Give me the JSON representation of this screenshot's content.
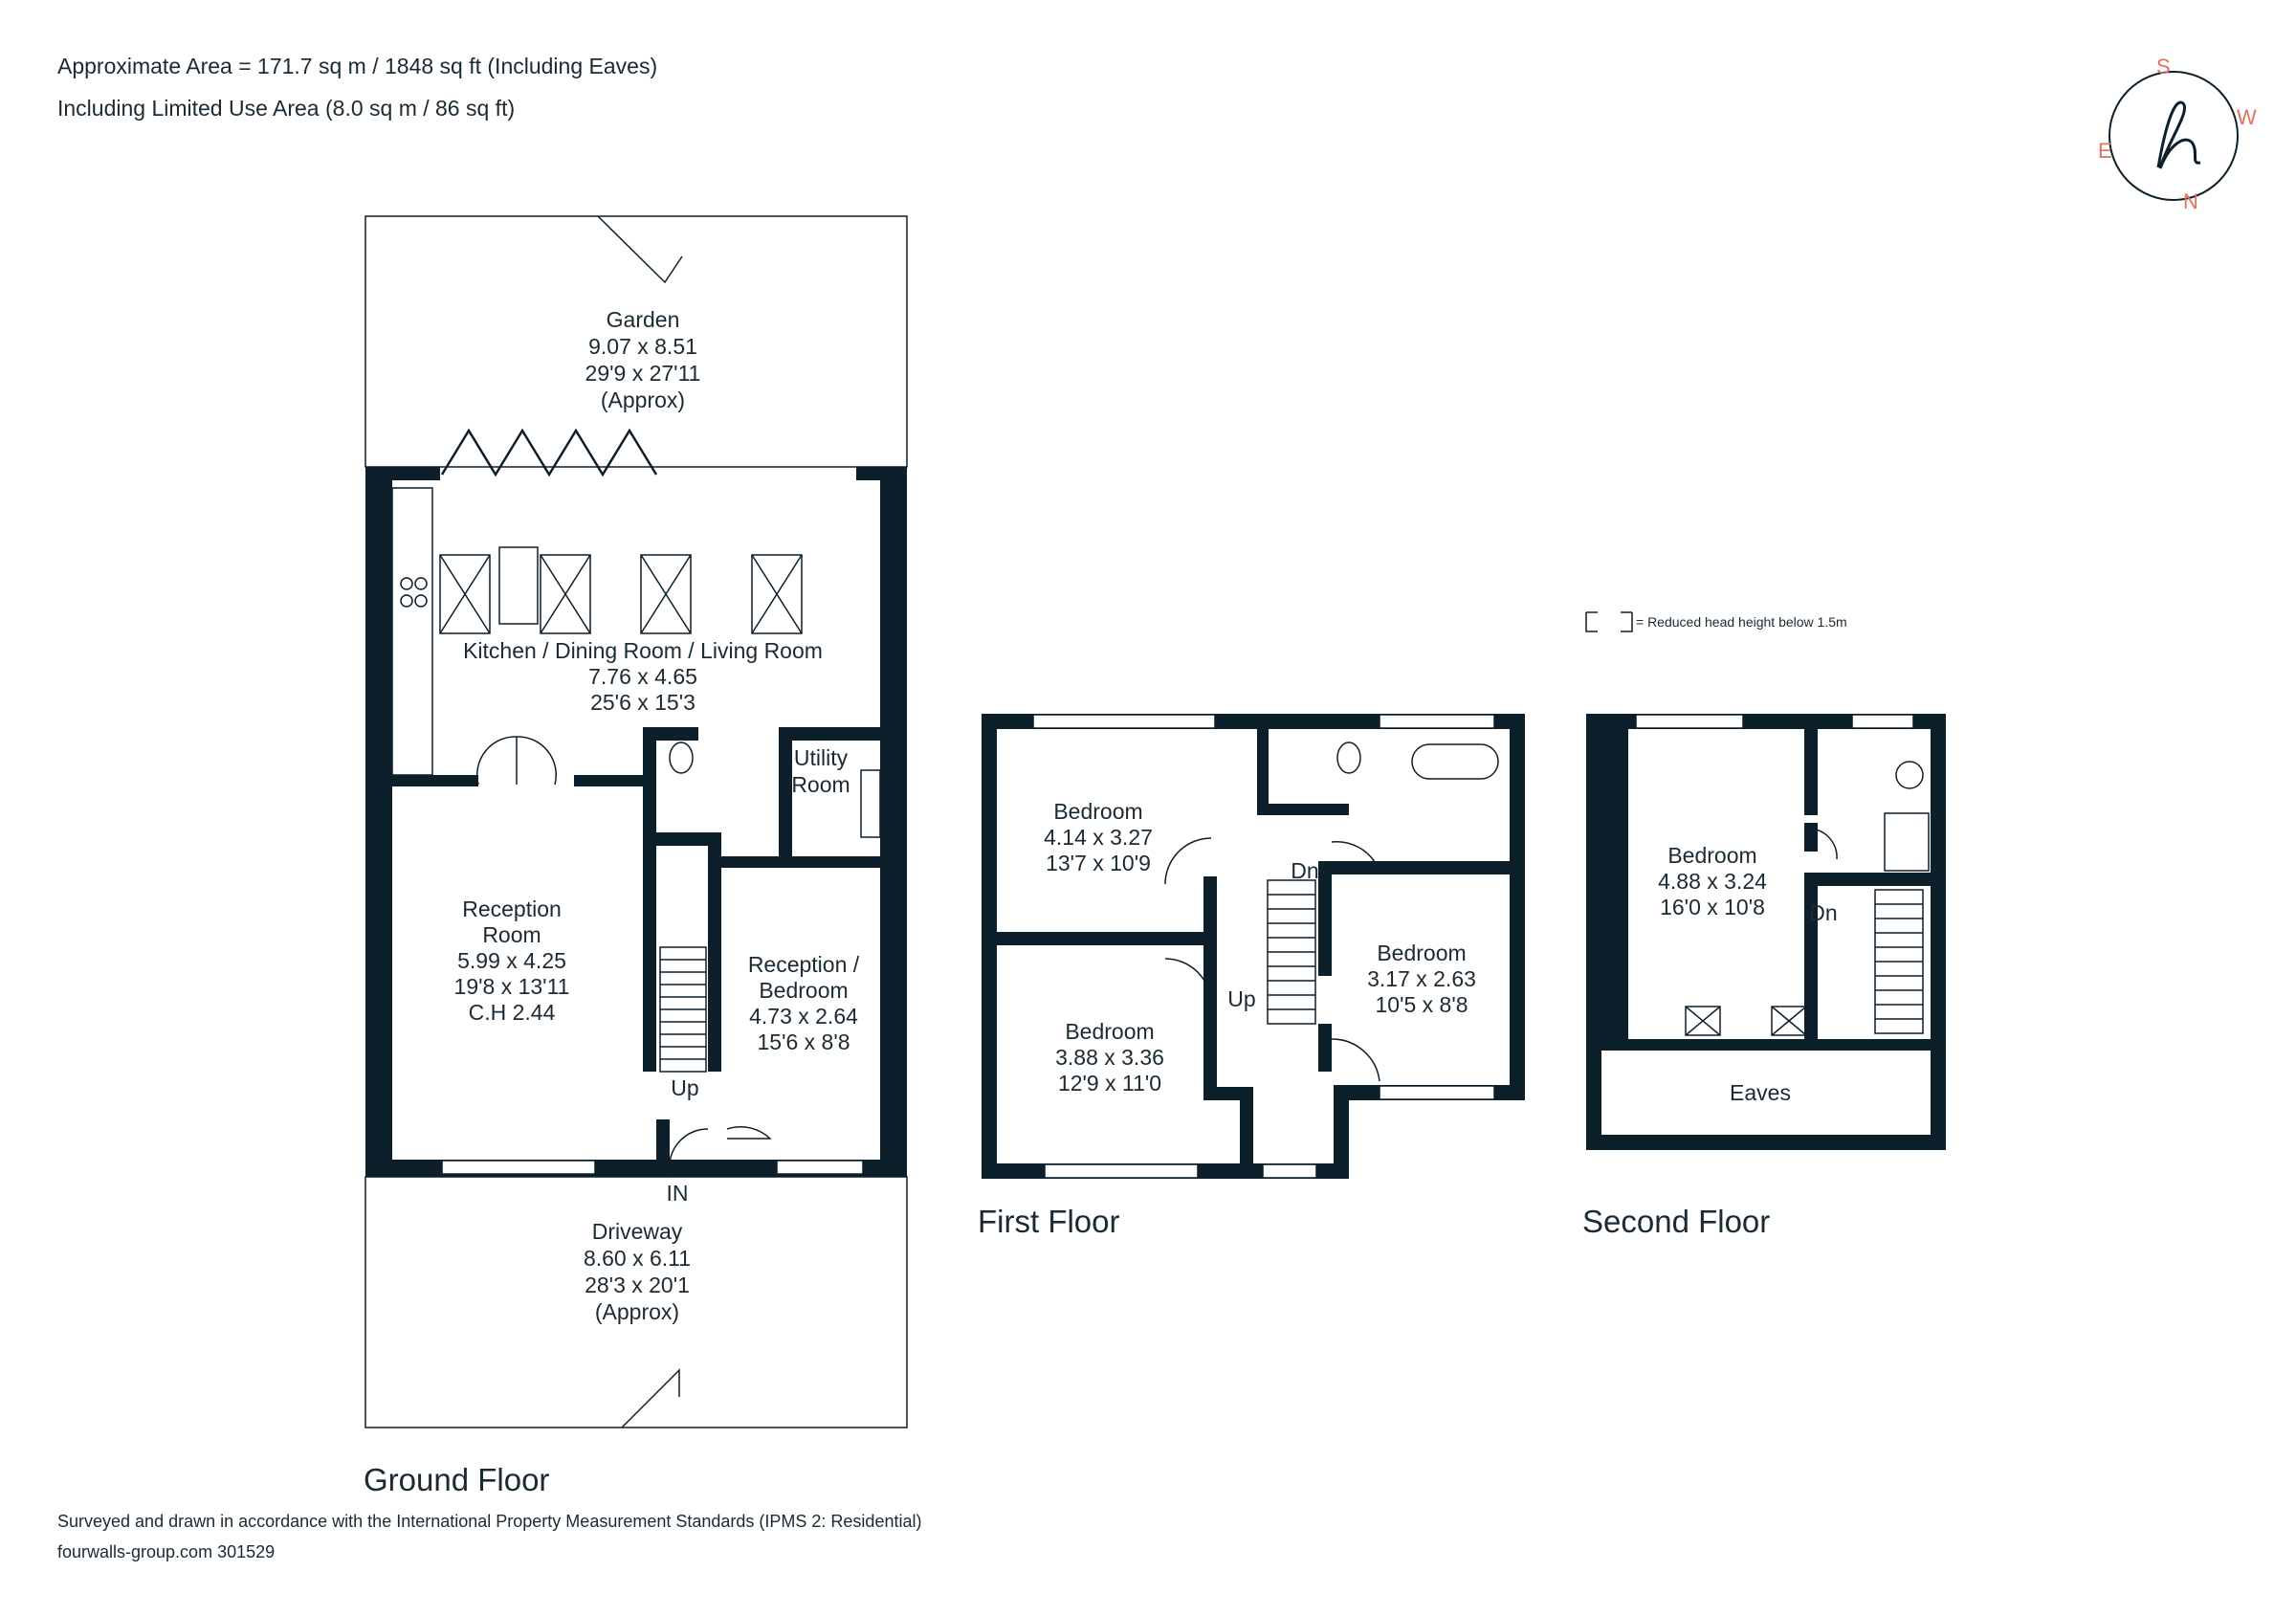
{
  "header": {
    "area_line1": "Approximate Area = 171.7 sq m / 1848 sq ft (Including Eaves)",
    "area_line2": "Including Limited Use Area (8.0 sq m / 86 sq ft)"
  },
  "compass": {
    "north": "N",
    "south": "S",
    "east": "E",
    "west": "W",
    "logo_letter": "h"
  },
  "legend": {
    "reduced_head_height": "= Reduced head height below 1.5m"
  },
  "ground_floor": {
    "title": "Ground Floor",
    "garden": {
      "name": "Garden",
      "metric": "9.07 x 8.51",
      "imperial": "29'9 x 27'11",
      "note": "(Approx)"
    },
    "kitchen": {
      "name": "Kitchen / Dining Room / Living Room",
      "metric": "7.76 x 4.65",
      "imperial": "25'6 x 15'3"
    },
    "utility": {
      "name_line1": "Utility",
      "name_line2": "Room"
    },
    "reception": {
      "name_line1": "Reception",
      "name_line2": "Room",
      "metric": "5.99 x 4.25",
      "imperial": "19'8 x 13'11",
      "ceiling": "C.H 2.44"
    },
    "reception_bedroom": {
      "name_line1": "Reception /",
      "name_line2": "Bedroom",
      "metric": "4.73 x 2.64",
      "imperial": "15'6 x 8'8"
    },
    "stairs_label": "Up",
    "entrance_label": "IN",
    "driveway": {
      "name": "Driveway",
      "metric": "8.60 x 6.11",
      "imperial": "28'3 x 20'1",
      "note": "(Approx)"
    }
  },
  "first_floor": {
    "title": "First Floor",
    "bedroom1": {
      "name": "Bedroom",
      "metric": "4.14 x 3.27",
      "imperial": "13'7 x 10'9"
    },
    "bedroom2": {
      "name": "Bedroom",
      "metric": "3.88 x 3.36",
      "imperial": "12'9 x 11'0"
    },
    "bedroom3": {
      "name": "Bedroom",
      "metric": "3.17 x 2.63",
      "imperial": "10'5 x 8'8"
    },
    "stairs_down": "Dn",
    "stairs_up": "Up"
  },
  "second_floor": {
    "title": "Second Floor",
    "bedroom": {
      "name": "Bedroom",
      "metric": "4.88 x 3.24",
      "imperial": "16'0 x 10'8"
    },
    "stairs_down": "Dn",
    "eaves": "Eaves"
  },
  "footer": {
    "survey_note": "Surveyed and drawn in accordance with the International Property Measurement Standards (IPMS 2: Residential)",
    "reference": "fourwalls-group.com 301529"
  },
  "colors": {
    "wall": "#0d1f2b",
    "accent": "#e0735f",
    "text": "#1b2a33"
  }
}
